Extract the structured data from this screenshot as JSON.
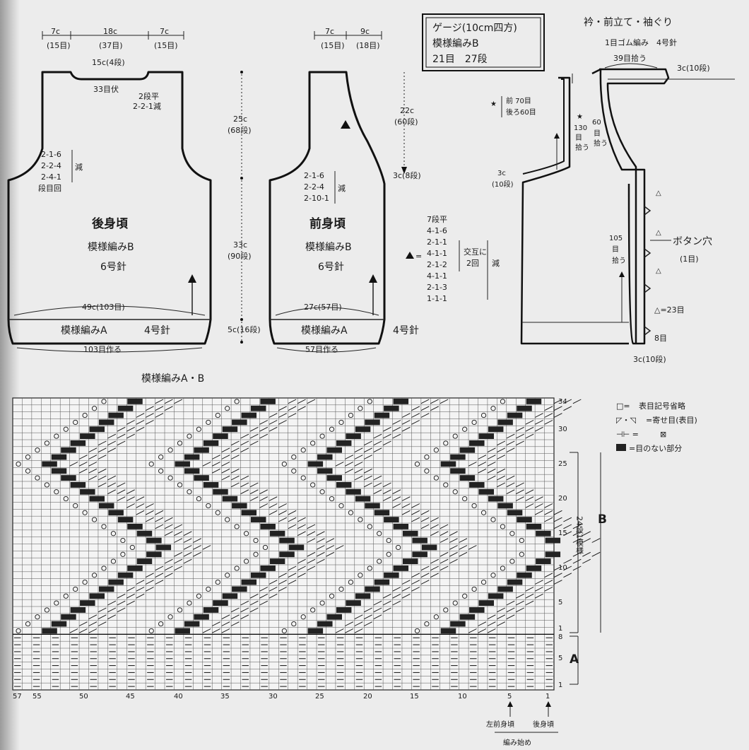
{
  "gauge_box": {
    "title": "ゲージ(10cm四方)",
    "pattern": "模様編みB",
    "stitches": "21目　27段"
  },
  "back": {
    "name": "後身頃",
    "pattern": "模様編みB",
    "needle": "6号針",
    "top_dims": [
      "7c",
      "18c",
      "7c"
    ],
    "top_stitches": [
      "(15目)",
      "(37目)",
      "(15目)"
    ],
    "neck_depth": "15c(4段)",
    "bind_off": "33目伏",
    "neck_shaping": [
      "2段平",
      "2-2-1減"
    ],
    "armhole_shaping": [
      "2-1-6",
      "2-2-4",
      "2-4-1"
    ],
    "armhole_dec": "減",
    "row_legend": "段目回",
    "length_upper": [
      "25c",
      "(68段)"
    ],
    "length_body": [
      "33c",
      "(90段)"
    ],
    "length_rib": "5c(16段)",
    "width": "49c(103目)",
    "rib_pattern": "模様編みA",
    "rib_needle": "4号針",
    "cast_on": "103目作る"
  },
  "front": {
    "name": "前身頃",
    "pattern": "模様編みB",
    "needle": "6号針",
    "top_dims": [
      "7c",
      "9c"
    ],
    "top_stitches": [
      "(15目)",
      "(18目)"
    ],
    "armhole_shaping": [
      "2-1-6",
      "2-2-4",
      "2-10-1"
    ],
    "armhole_dec": "減",
    "neck_depth": [
      "22c",
      "(60段)"
    ],
    "neck_start": "3c(8段)",
    "width": "27c(57目)",
    "rib_pattern": "模様編みA",
    "rib_needle": "4号針",
    "cast_on": "57目作る",
    "triangle_note": {
      "rows": [
        "7段平",
        "4-1-6",
        "2-1-1",
        "4-1-1",
        "2-1-2",
        "4-1-1",
        "2-1-3",
        "1-1-1"
      ],
      "alternate": [
        "交互に",
        "2回"
      ],
      "dec": "減"
    }
  },
  "collar": {
    "title": "衿・前立て・袖ぐり",
    "rib": "1目ゴム編み　4号針",
    "pickup_top": "39目拾う",
    "width": "3c(10段)",
    "star_note": [
      "前 70目",
      "後ろ60目"
    ],
    "pickup_130": [
      "130",
      "目",
      "拾う"
    ],
    "pickup_60": [
      "60",
      "目",
      "拾う"
    ],
    "pickup_105": [
      "105",
      "目",
      "拾う"
    ],
    "armhole_width": [
      "3c",
      "(10段)"
    ],
    "buttonhole": "ボタン穴",
    "buttonhole_size": "(1目)",
    "spacing": "△=23目",
    "bottom_count": "8目",
    "bottom_width": "3c(10段)"
  },
  "chart": {
    "title": "模様編みA・B",
    "row_labels": [
      "34",
      "30",
      "25",
      "20",
      "15",
      "10",
      "5",
      "1",
      "8",
      "5",
      "1"
    ],
    "col_labels": [
      "57",
      "55",
      "50",
      "45",
      "40",
      "35",
      "30",
      "25",
      "20",
      "15",
      "10",
      "5",
      "1"
    ],
    "section_b": "B",
    "section_a": "A",
    "repeat": "24段1模様",
    "start_left": "左前身頃",
    "start_back": "後身頃",
    "start_note": "編み始め"
  },
  "legend": [
    {
      "sym": "□=",
      "text": "表目記号省略"
    },
    {
      "sym": "◸・◹",
      "text": "=寄せ目(表目)"
    },
    {
      "sym": "⊣⊢ =",
      "text": "⊠"
    },
    {
      "sym": "▩",
      "text": "=目のない部分"
    }
  ]
}
